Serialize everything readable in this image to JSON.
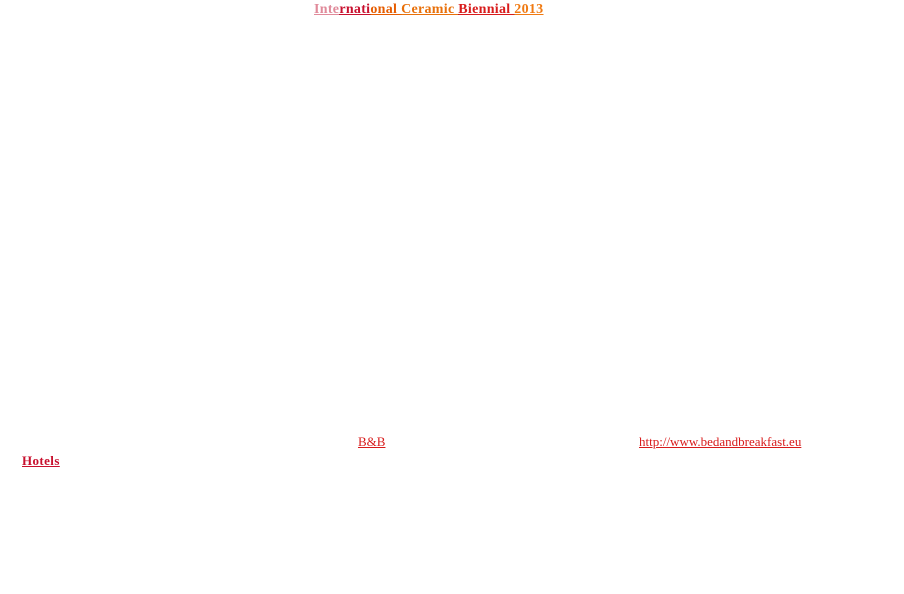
{
  "header": {
    "title_parts": [
      "Inte",
      "rnati",
      "onal ",
      "Ceramic ",
      "Biennial ",
      "2013"
    ]
  },
  "links": {
    "bb_label": "B&B",
    "url_label": "http://www.bedandbreakfast.eu",
    "hotels_label": "Hotels"
  },
  "colors": {
    "link_red": "#d81b1b",
    "title_orange": "#e8700a",
    "title_pink": "#e08a9a"
  }
}
